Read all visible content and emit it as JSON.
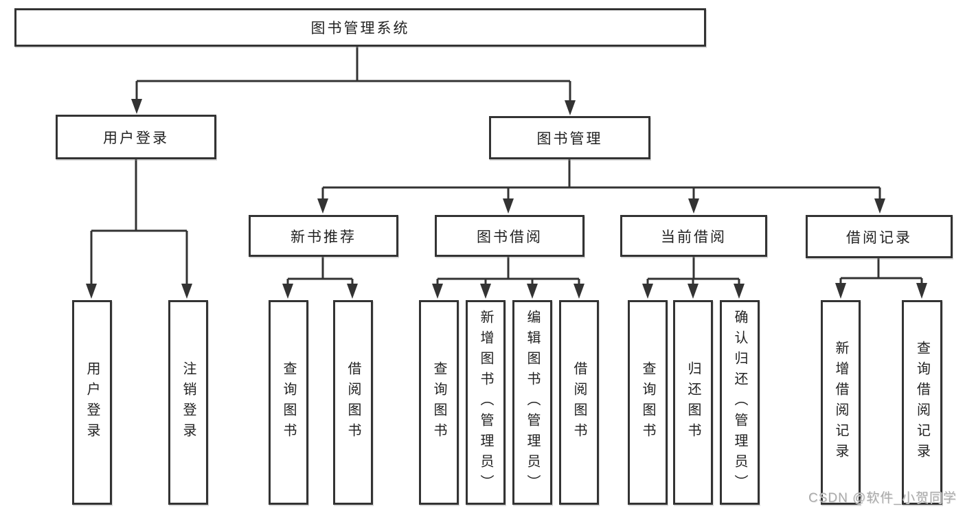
{
  "colors": {
    "background": "#ffffff",
    "line": "#333333",
    "box_border": "#333333",
    "text": "#222222",
    "watermark": "#ababab"
  },
  "watermark": {
    "text": "CSDN @软件_小贺同学"
  },
  "tree": {
    "root": {
      "label": "图书管理系统",
      "children": [
        {
          "label": "用户登录",
          "children": [
            {
              "label": "用户登录"
            },
            {
              "label": "注销登录"
            }
          ]
        },
        {
          "label": "图书管理",
          "children": [
            {
              "label": "新书推荐",
              "children": [
                {
                  "label": "查询图书"
                },
                {
                  "label": "借阅图书"
                }
              ]
            },
            {
              "label": "图书借阅",
              "children": [
                {
                  "label": "查询图书"
                },
                {
                  "label": "新增图书（管理员）"
                },
                {
                  "label": "编辑图书（管理员）"
                },
                {
                  "label": "借阅图书"
                }
              ]
            },
            {
              "label": "当前借阅",
              "children": [
                {
                  "label": "查询图书"
                },
                {
                  "label": "归还图书"
                },
                {
                  "label": "确认归还（管理员）"
                }
              ]
            },
            {
              "label": "借阅记录",
              "children": [
                {
                  "label": "新增借阅记录"
                },
                {
                  "label": "查询借阅记录"
                }
              ]
            }
          ]
        }
      ]
    }
  }
}
